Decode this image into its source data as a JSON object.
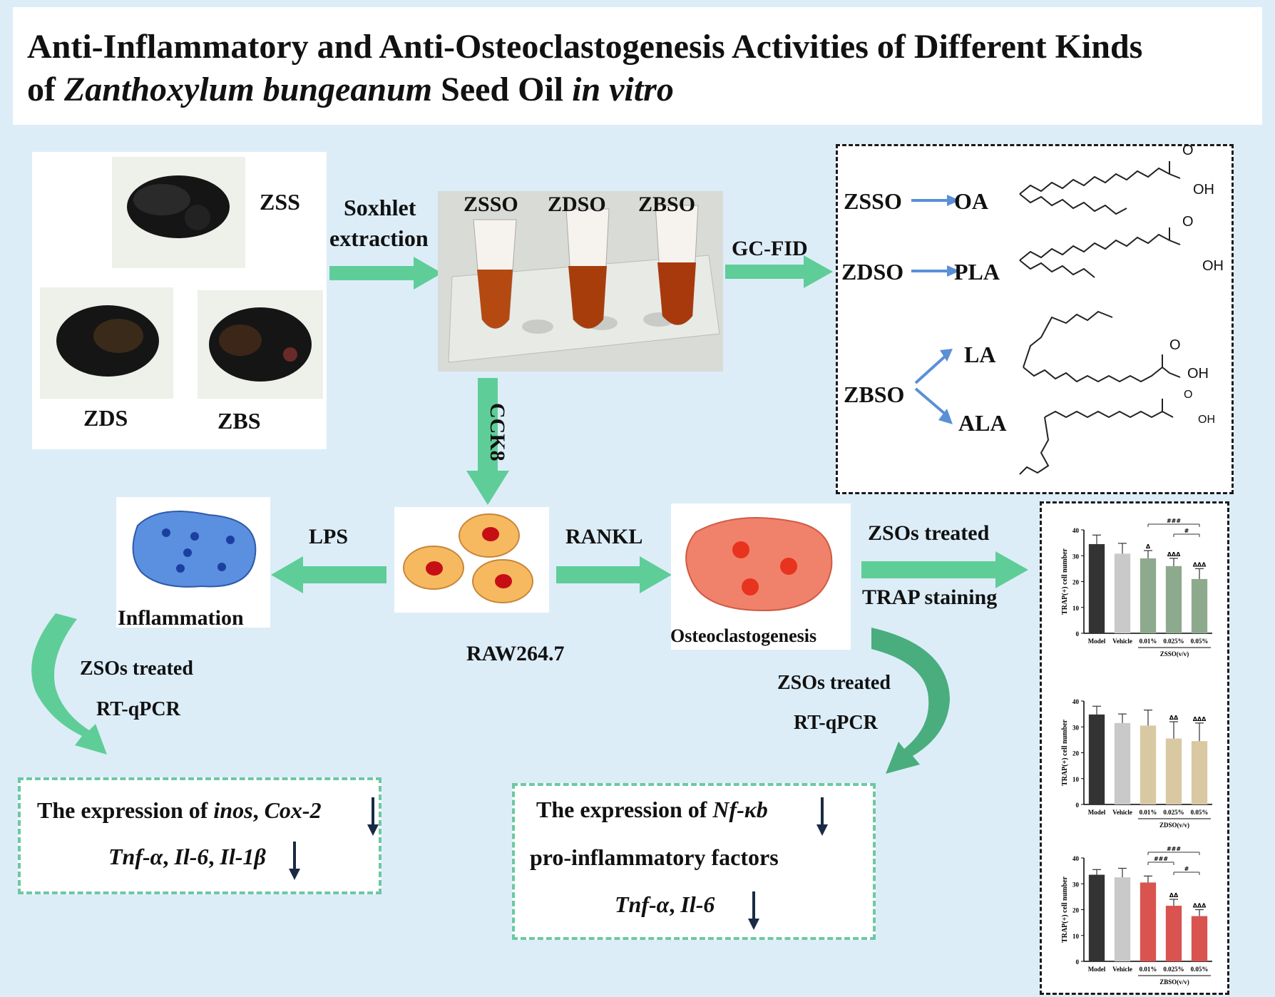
{
  "title": {
    "line1": "Anti-Inflammatory and Anti-Osteoclastogenesis Activities of Different Kinds",
    "line2_a": "of ",
    "line2_b": "Zanthoxylum bungeanum",
    "line2_c": " Seed Oil ",
    "line2_d": "in vitro"
  },
  "seeds": {
    "zss": "ZSS",
    "zds": "ZDS",
    "zbs": "ZBS"
  },
  "extraction": {
    "line1": "Soxhlet",
    "line2": "extraction"
  },
  "oils": {
    "zsso": "ZSSO",
    "zdso": "ZDSO",
    "zbso": "ZBSO"
  },
  "gcfid": "GC-FID",
  "fatty_acids": {
    "zsso": "ZSSO",
    "oa": "OA",
    "zdso": "ZDSO",
    "pla": "PLA",
    "zbso": "ZBSO",
    "la": "LA",
    "ala": "ALA",
    "oh": "OH",
    "o": "O"
  },
  "cck8": "CCK8",
  "lps": "LPS",
  "rankl": "RANKL",
  "raw": "RAW264.7",
  "inflammation": "Inflammation",
  "osteo": "Osteoclastogenesis",
  "zsos_treated": "ZSOs treated",
  "trap": "TRAP staining",
  "left_treat": {
    "line1": "ZSOs treated",
    "line2": "RT-qPCR"
  },
  "mid_treat": {
    "line1": "ZSOs treated",
    "line2": "RT-qPCR"
  },
  "left_result": {
    "l1_a": "The expression of ",
    "l1_b": "inos",
    "l1_c": ", ",
    "l1_d": "Cox-2",
    "l2_a": "Tnf-α",
    "l2_b": ", ",
    "l2_c": "Il-6",
    "l2_d": ", ",
    "l2_e": "Il-1β"
  },
  "mid_result": {
    "l1_a": "The expression of ",
    "l1_b": "Nf-κb",
    "l2": "pro-inflammatory factors",
    "l3_a": "Tnf-α",
    "l3_b": ", ",
    "l3_c": "Il-6"
  },
  "colors": {
    "arrow": "#5fcd98",
    "blue_arrow": "#5b8fd6",
    "background": "#dcedf8"
  },
  "chart_data": [
    {
      "type": "bar",
      "categories": [
        "Model",
        "Vehicle",
        "0.01%",
        "0.025%",
        "0.05%"
      ],
      "values": [
        34.5,
        30.8,
        29.0,
        26.0,
        21.0
      ],
      "errors": [
        3.5,
        4.0,
        3.0,
        3.0,
        4.0
      ],
      "colors": [
        "#333333",
        "#c9c9c9",
        "#8eaa8e",
        "#8eaa8e",
        "#8eaa8e"
      ],
      "ylabel": "TRAP(+) cell number",
      "xlabel": "ZSSO(v/v)",
      "ylim": [
        0,
        40
      ],
      "yticks": [
        "0",
        "10",
        "20",
        "30",
        "40"
      ],
      "sig_marks": [
        "",
        "",
        "Δ",
        "ΔΔΔ",
        "ΔΔΔ"
      ],
      "brackets": [
        {
          "from": 2,
          "to": 4,
          "label": "###"
        },
        {
          "from": 3,
          "to": 4,
          "label": "#"
        }
      ]
    },
    {
      "type": "bar",
      "categories": [
        "Model",
        "Vehicle",
        "0.01%",
        "0.025%",
        "0.05%"
      ],
      "values": [
        34.8,
        31.5,
        30.5,
        25.5,
        24.5
      ],
      "errors": [
        3.2,
        3.5,
        6.0,
        6.5,
        7.0
      ],
      "colors": [
        "#333333",
        "#c9c9c9",
        "#d8c9a3",
        "#d8c9a3",
        "#d8c9a3"
      ],
      "ylabel": "TRAP(+) cell number",
      "xlabel": "ZDSO(v/v)",
      "ylim": [
        0,
        40
      ],
      "yticks": [
        "0",
        "10",
        "20",
        "30",
        "40"
      ],
      "sig_marks": [
        "",
        "",
        "",
        "ΔΔ",
        "ΔΔΔ"
      ],
      "brackets": []
    },
    {
      "type": "bar",
      "categories": [
        "Model",
        "Vehicle",
        "0.01%",
        "0.025%",
        "0.05%"
      ],
      "values": [
        33.5,
        32.5,
        30.5,
        21.5,
        17.5
      ],
      "errors": [
        2.0,
        3.5,
        2.5,
        2.5,
        2.5
      ],
      "colors": [
        "#333333",
        "#c9c9c9",
        "#d9534f",
        "#d9534f",
        "#d9534f"
      ],
      "ylabel": "TRAP(+) cell number",
      "xlabel": "ZBSO(v/v)",
      "ylim": [
        0,
        40
      ],
      "yticks": [
        "0",
        "10",
        "20",
        "30",
        "40"
      ],
      "sig_marks": [
        "",
        "",
        "",
        "ΔΔ",
        "ΔΔΔ"
      ],
      "brackets": [
        {
          "from": 2,
          "to": 4,
          "label": "###"
        },
        {
          "from": 2,
          "to": 3,
          "label": "###"
        },
        {
          "from": 3,
          "to": 4,
          "label": "#"
        }
      ]
    }
  ]
}
